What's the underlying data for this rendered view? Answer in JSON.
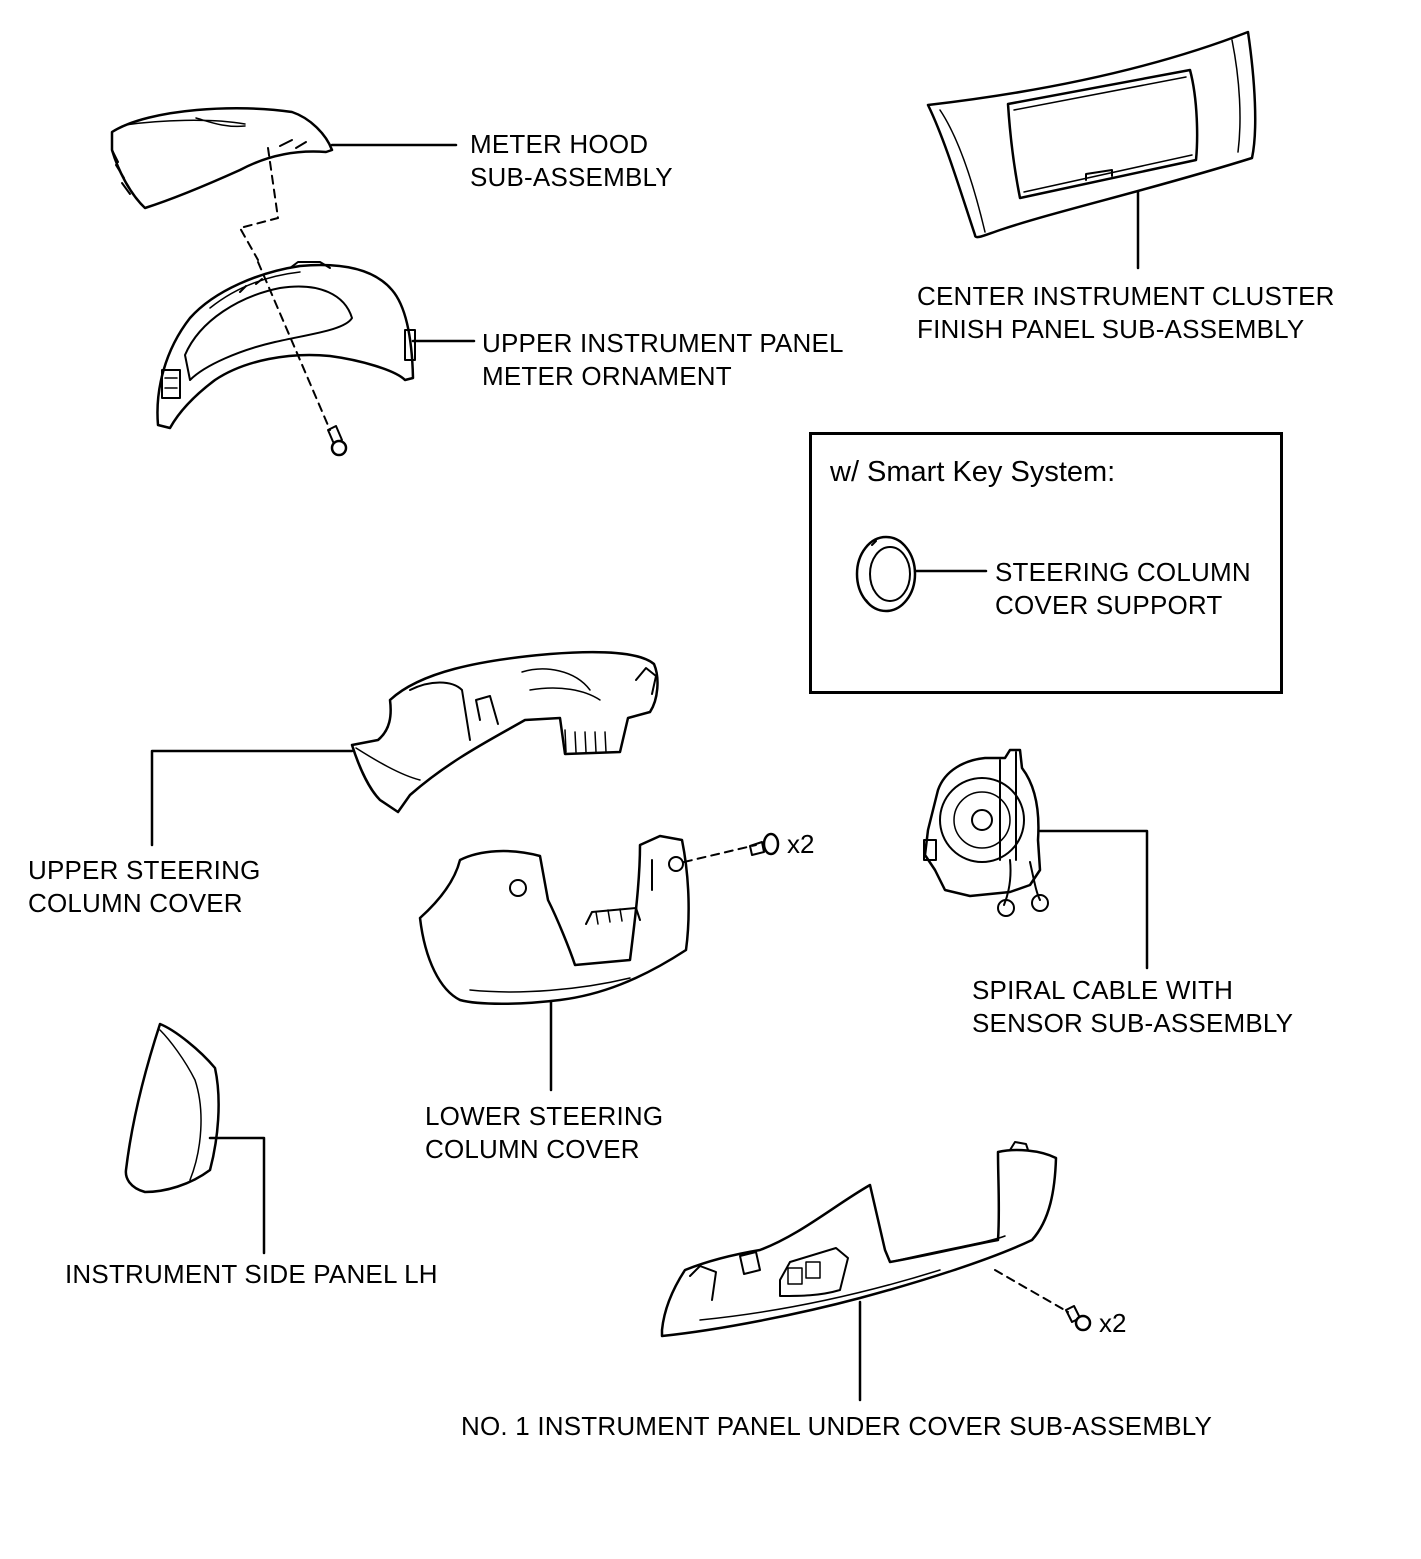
{
  "labels": {
    "meter_hood": [
      "METER HOOD",
      "SUB-ASSEMBLY"
    ],
    "upper_panel_meter_ornament": [
      "UPPER INSTRUMENT PANEL",
      "METER ORNAMENT"
    ],
    "center_cluster_finish_panel": [
      "CENTER INSTRUMENT CLUSTER",
      "FINISH PANEL SUB-ASSEMBLY"
    ],
    "steering_column_cover_support": [
      "STEERING COLUMN",
      "COVER SUPPORT"
    ],
    "upper_steering_column_cover": [
      "UPPER STEERING",
      "COLUMN COVER"
    ],
    "spiral_cable": [
      "SPIRAL CABLE WITH",
      "SENSOR SUB-ASSEMBLY"
    ],
    "lower_steering_column_cover": [
      "LOWER STEERING",
      "COLUMN COVER"
    ],
    "instrument_side_panel_lh": [
      "INSTRUMENT SIDE PANEL LH"
    ],
    "no1_under_cover": [
      "NO. 1 INSTRUMENT PANEL UNDER COVER SUB-ASSEMBLY"
    ]
  },
  "smart_key_box": {
    "title": "w/ Smart Key System:"
  },
  "quantities": {
    "lower_cover_screw": "x2",
    "under_cover_screw": "x2"
  },
  "icons": [
    "screw-icon",
    "clip-icon"
  ]
}
